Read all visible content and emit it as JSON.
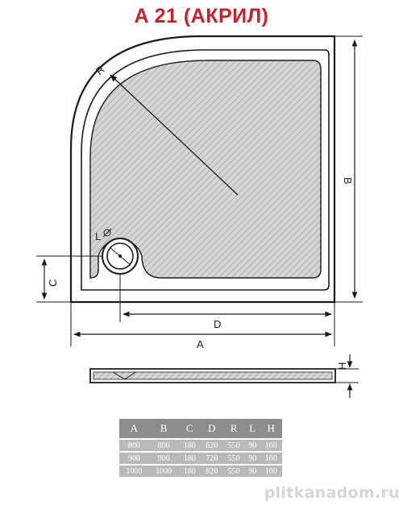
{
  "title": "A 21 (АКРИЛ)",
  "dimension_labels": {
    "R": "R",
    "B": "B",
    "C": "C",
    "D": "D",
    "A": "A",
    "L": "L",
    "H": "H"
  },
  "icons": {
    "drain": "drain-hole-icon",
    "diameter": "diameter-symbol-icon"
  },
  "table": {
    "headers": [
      "A",
      "B",
      "C",
      "D",
      "R",
      "L",
      "H"
    ],
    "rows": [
      [
        "800",
        "800",
        "180",
        "620",
        "550",
        "90",
        "160"
      ],
      [
        "900",
        "900",
        "180",
        "720",
        "550",
        "90",
        "160"
      ],
      [
        "1000",
        "1000",
        "180",
        "820",
        "550",
        "90",
        "160"
      ]
    ]
  },
  "watermark": "plitkanadom.ru",
  "colors": {
    "title": "#c8202c",
    "line": "#1a1a1a",
    "header_bg": "#8d8d8d",
    "cell_bg": "#b9b9b9",
    "tray_texture": "#d4d4d4"
  }
}
